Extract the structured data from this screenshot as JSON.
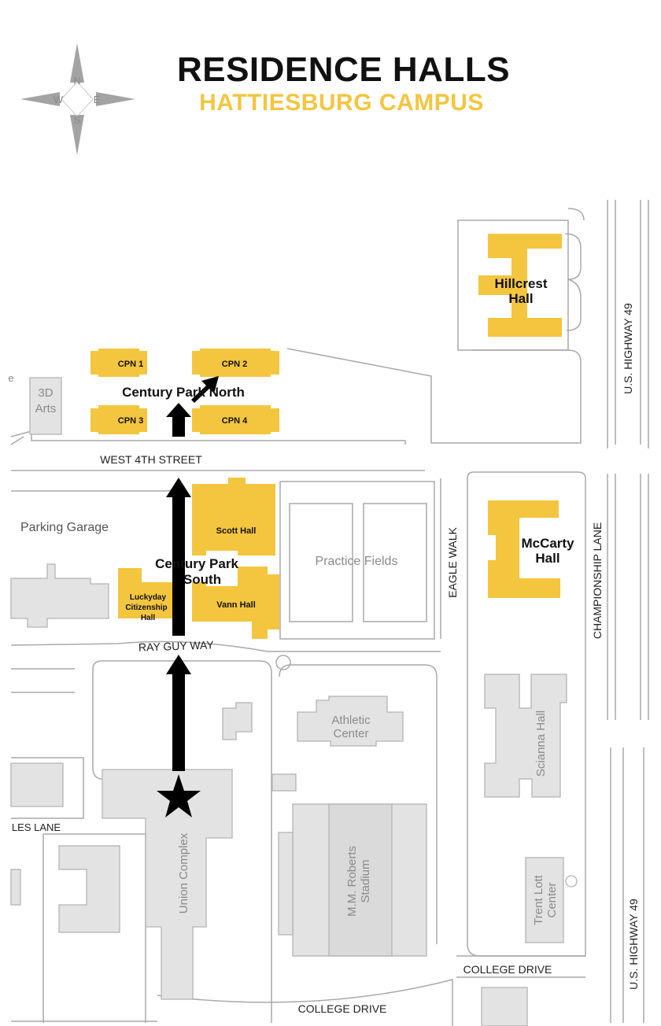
{
  "header": {
    "title": "RESIDENCE HALLS",
    "subtitle": "HATTIESBURG CAMPUS",
    "compass": {
      "n": "N",
      "s": "S",
      "e": "E",
      "w": "W"
    }
  },
  "colors": {
    "residence": "#f4c53f",
    "building": "#e3e3e3",
    "building_outline": "#b3b3b3",
    "road_line": "#a9a9a9",
    "route": "#000000"
  },
  "residence_halls": {
    "cpn1": "CPN 1",
    "cpn2": "CPN 2",
    "cpn3": "CPN 3",
    "cpn4": "CPN 4",
    "century_park_north": "Century Park North",
    "century_park_south_1": "Century Park",
    "century_park_south_2": "South",
    "scott": "Scott Hall",
    "vann": "Vann Hall",
    "luckyday_1": "Luckyday",
    "luckyday_2": "Citizenship",
    "luckyday_3": "Hall",
    "hillcrest_1": "Hillcrest",
    "hillcrest_2": "Hall",
    "mccarty_1": "McCarty",
    "mccarty_2": "Hall"
  },
  "buildings": {
    "arts_1": "3D",
    "arts_2": "Arts",
    "parking": "Parking Garage",
    "practice": "Practice Fields",
    "athletic_1": "Athletic",
    "athletic_2": "Center",
    "scianna": "Scianna Hall",
    "union": "Union Complex",
    "stadium_1": "M.M. Roberts",
    "stadium_2": "Stadium",
    "trent_1": "Trent Lott",
    "trent_2": "Center"
  },
  "streets": {
    "west4th": "WEST 4TH STREET",
    "rayguy": "RAY GUY WAY",
    "eaglewalk": "EAGLE WALK",
    "championship": "CHAMPIONSHIP LANE",
    "us49_top": "U.S. HIGHWAY 49",
    "us49_bottom": "U.S. HIGHWAY 49",
    "college_drive_1": "COLLEGE DRIVE",
    "college_drive_2": "COLLEGE DRIVE",
    "lane_partial": "LES LANE",
    "edge_partial": "e"
  },
  "route": {
    "start_marker": "star",
    "destination": "Century Park North"
  }
}
